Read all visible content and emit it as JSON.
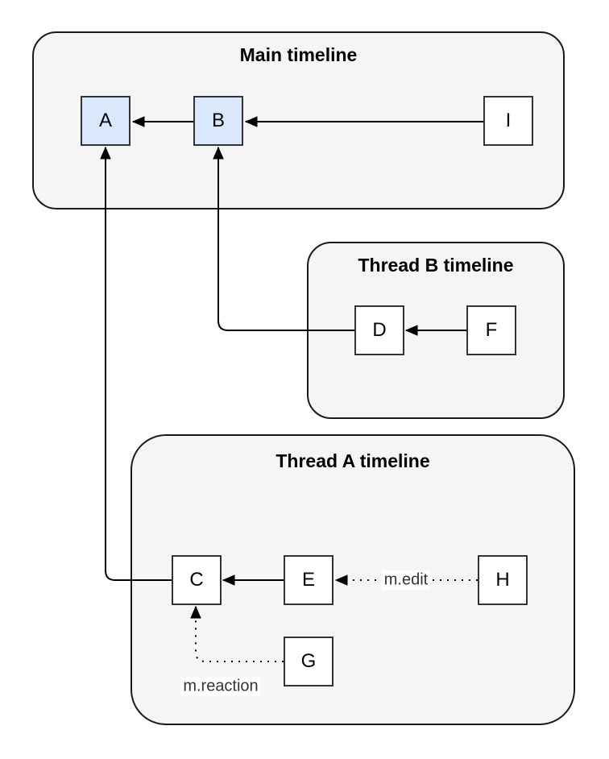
{
  "diagram": {
    "containers": [
      {
        "label": "Main timeline"
      },
      {
        "label": "Thread B timeline"
      },
      {
        "label": "Thread A timeline"
      }
    ],
    "nodes": {
      "a": "A",
      "b": "B",
      "i": "I",
      "d": "D",
      "f": "F",
      "c": "C",
      "e": "E",
      "h": "H",
      "g": "G"
    },
    "edge_labels": {
      "edit": "m.edit",
      "reaction": "m.reaction"
    },
    "colors": {
      "highlight_node_fill": "#dae8fc",
      "node_fill": "#ffffff",
      "container_fill": "#f5f5f5",
      "stroke": "#333333",
      "arrow": "#000000"
    }
  }
}
